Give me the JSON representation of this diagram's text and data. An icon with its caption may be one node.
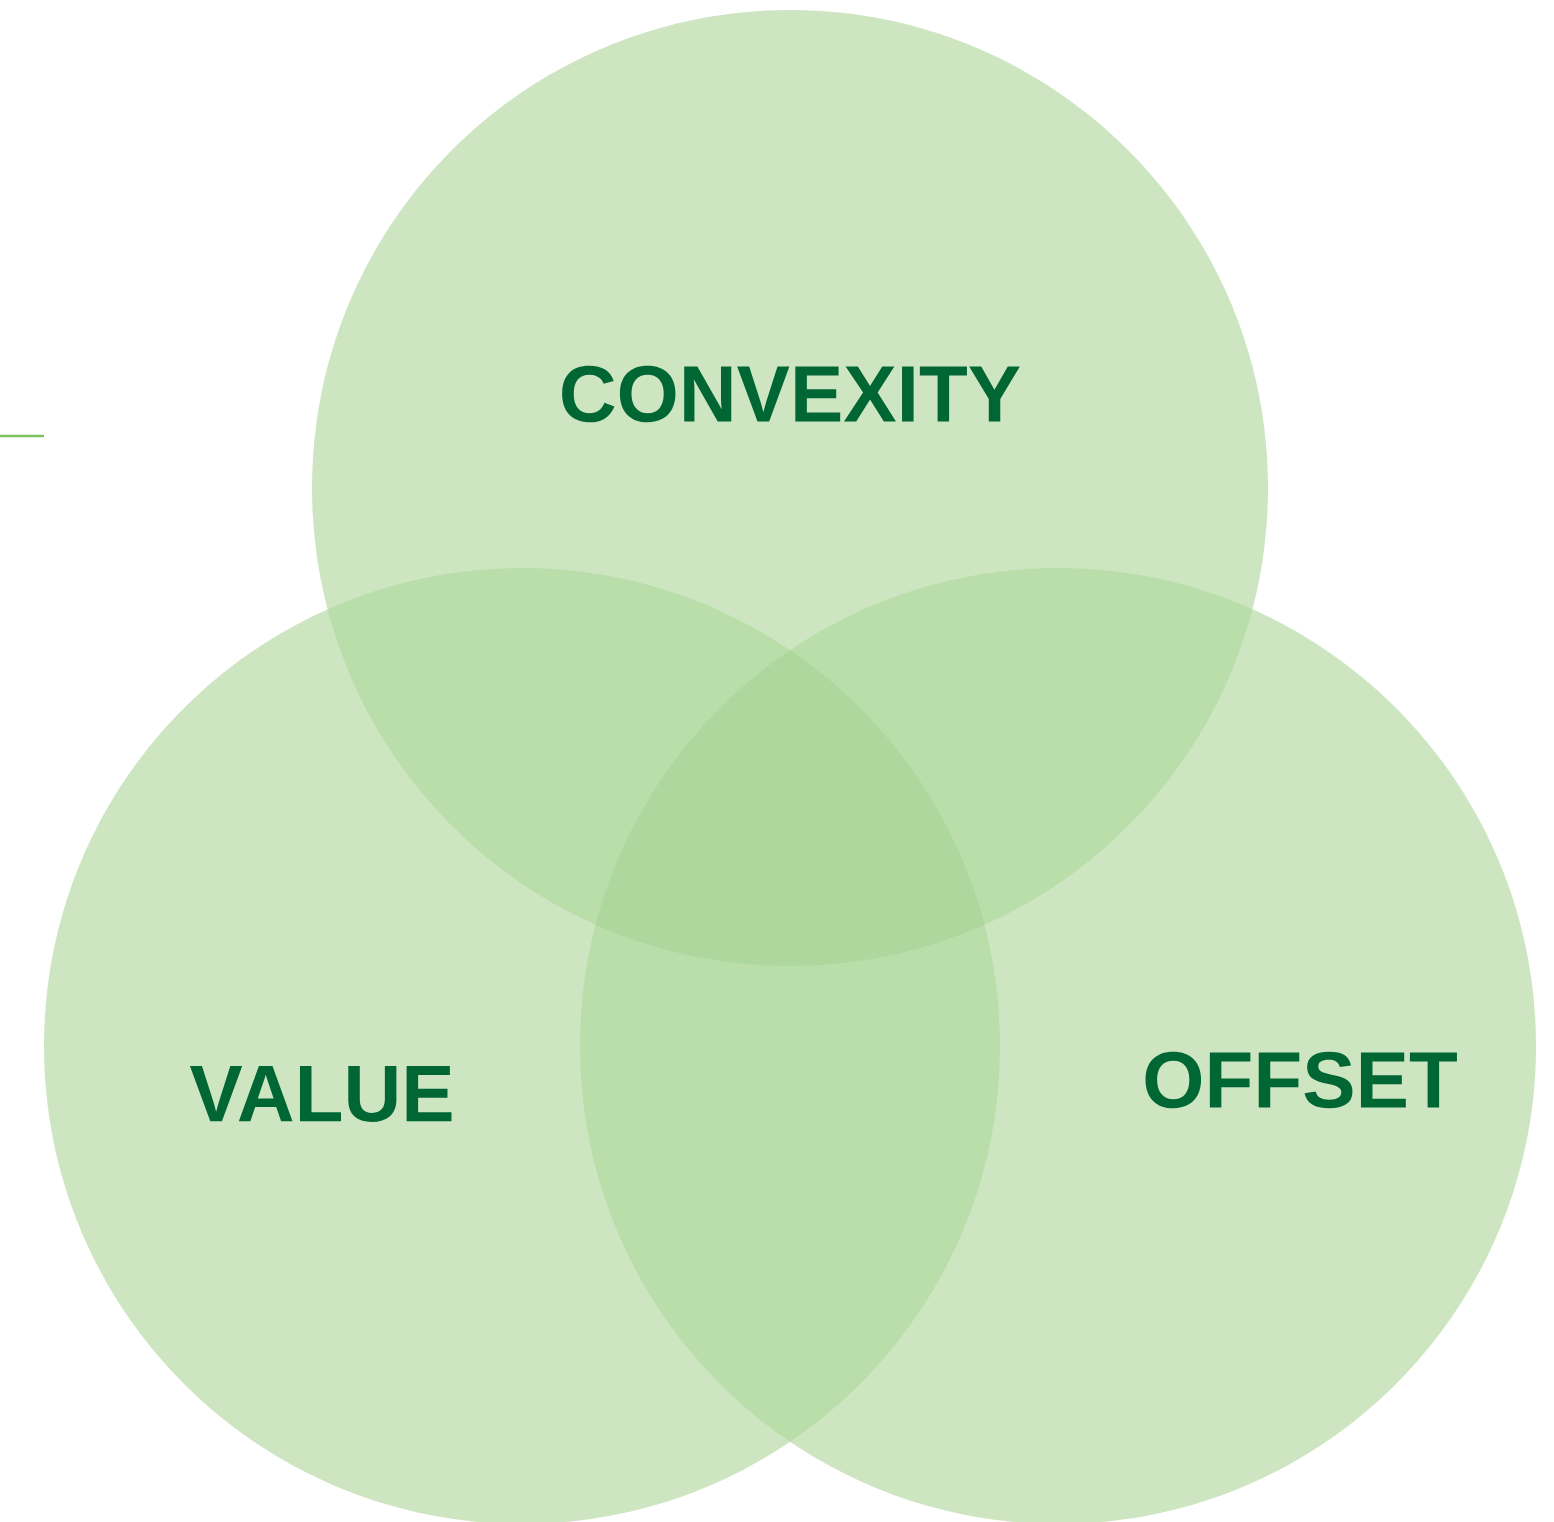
{
  "diagram": {
    "nodes": [
      {
        "text": [
          "CONVEXITY"
        ]
      },
      {
        "text": [
          "VALUE"
        ]
      },
      {
        "text": [
          "OFFSET"
        ]
      }
    ]
  }
}
